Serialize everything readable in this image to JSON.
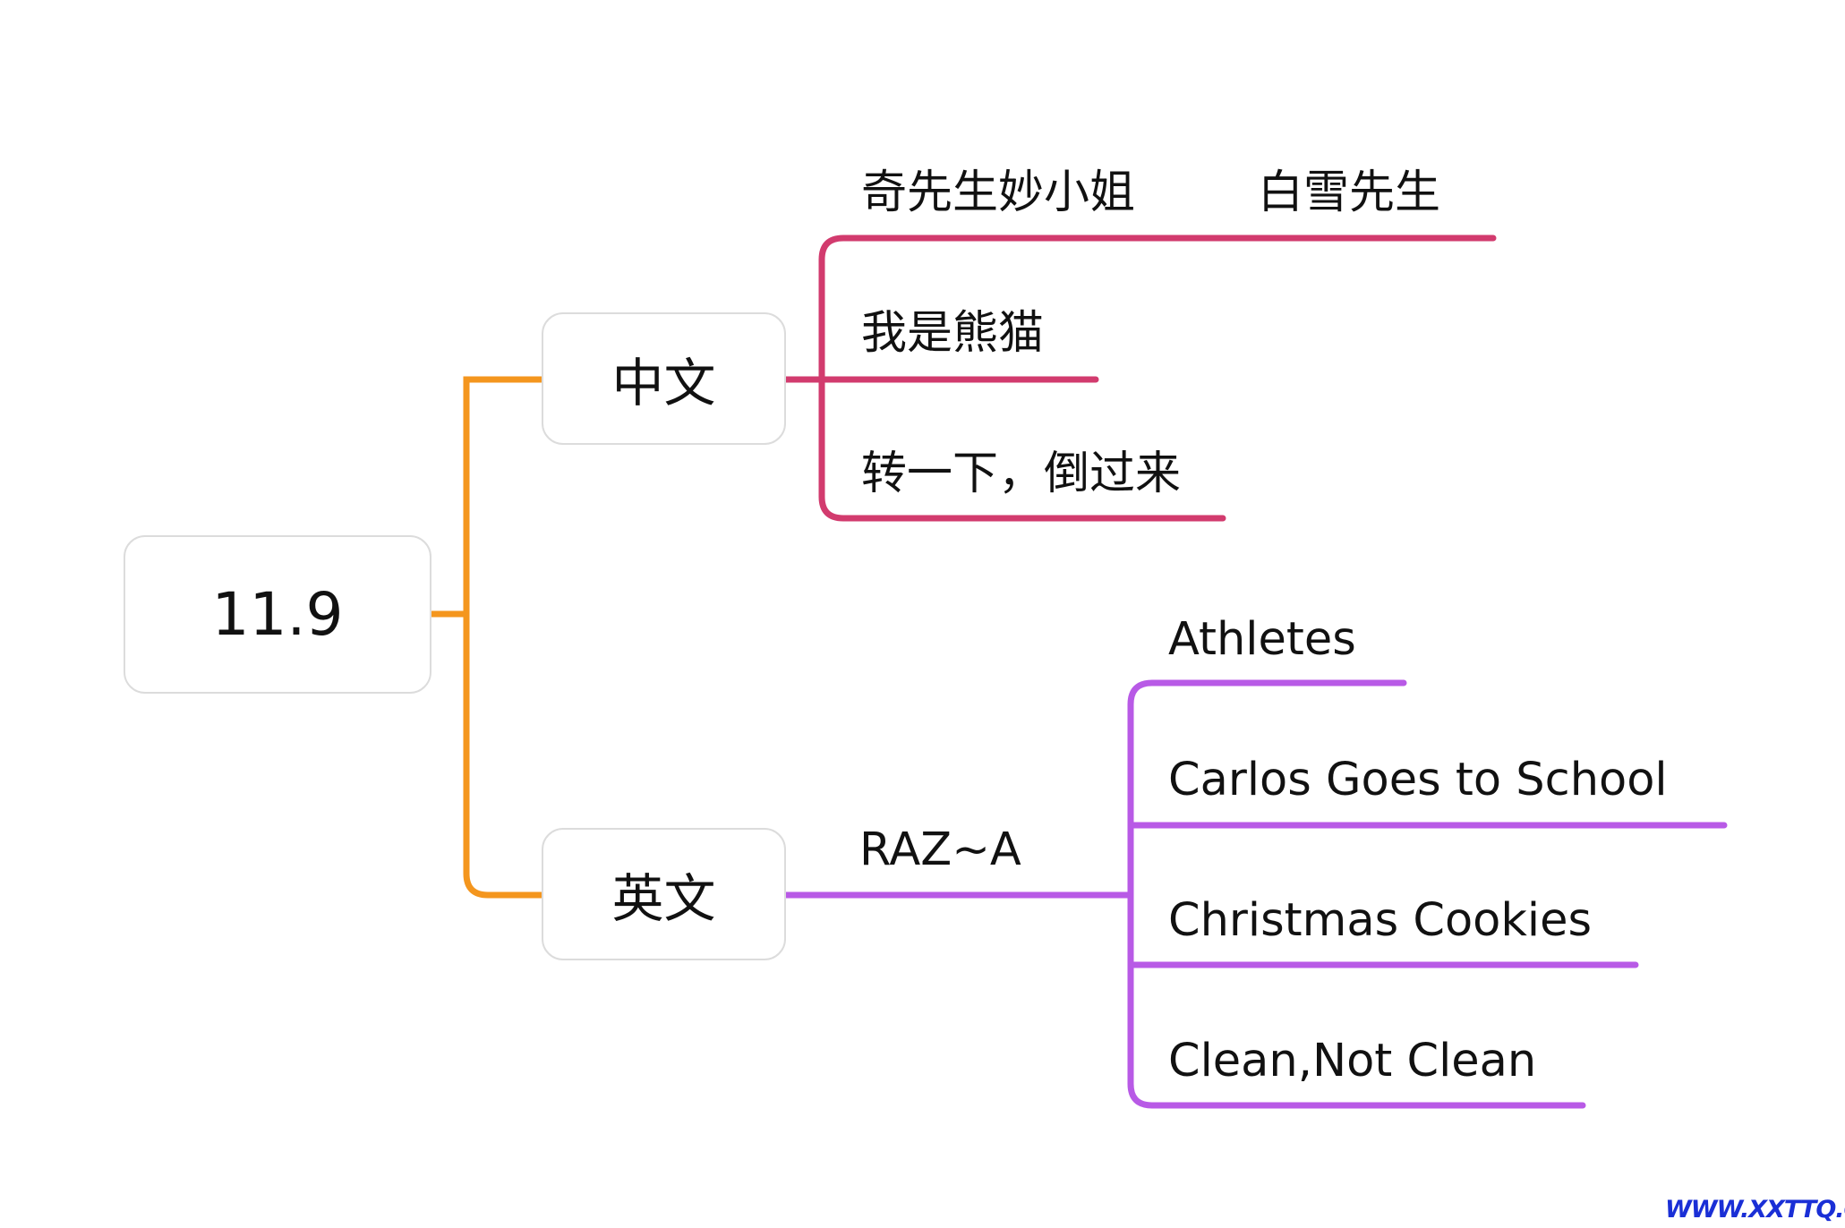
{
  "root": {
    "label": "11.9"
  },
  "branches": [
    {
      "label": "中文",
      "color": "#d23b6e",
      "leaves": [
        "奇先生妙小姐",
        "白雪先生",
        "我是熊猫",
        "转一下，倒过来"
      ]
    },
    {
      "label": "英文",
      "color": "#b85ae6",
      "sub_label": "RAZ~A",
      "leaves": [
        "Athletes",
        "Carlos Goes to School",
        "Christmas Cookies",
        "Clean,Not Clean"
      ]
    }
  ],
  "root_connector_color": "#f4961e",
  "watermark": "WWW.XXTTQ.COM"
}
